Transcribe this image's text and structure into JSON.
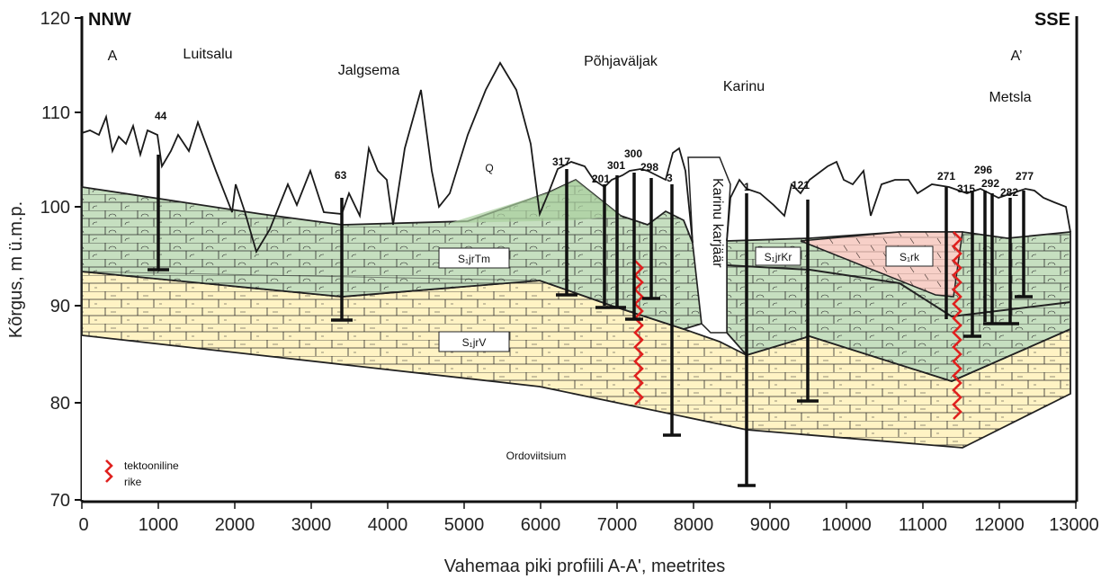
{
  "axes": {
    "ylabel": "Kõrgus, m ü.m.p.",
    "xlabel": "Vahemaa piki profiili A-A', meetrites",
    "yticks": [
      "120",
      "110",
      "100",
      "90",
      "80",
      "70"
    ],
    "xticks": [
      "0",
      "1000",
      "2000",
      "3000",
      "4000",
      "5000",
      "6000",
      "7000",
      "8000",
      "9000",
      "10000",
      "11000",
      "12000",
      "13000"
    ],
    "xlim": [
      0,
      13000
    ],
    "ylim": [
      70,
      120
    ]
  },
  "directions": {
    "left": "NNW",
    "right": "SSE"
  },
  "profile_ends": {
    "start": "A",
    "end": "A’"
  },
  "places": {
    "luitsalu": "Luitsalu",
    "jalgsema": "Jalgsema",
    "pohjavaljak": "Põhjaväljak",
    "karinu": "Karinu",
    "metsla": "Metsla",
    "quarry": "Karinu karjäär"
  },
  "units": {
    "q": "Q",
    "jrtm": "S₁jrTm",
    "jrkr": "S₁jrKr",
    "rk": "S₁rk",
    "jrv": "S₁jrV",
    "ordoviitsium": "Ordoviitsium"
  },
  "boreholes": {
    "b44": "44",
    "b63": "63",
    "b317": "317",
    "b201": "201",
    "b301": "301",
    "b300": "300",
    "b298": "298",
    "b3": "3",
    "b1": "1",
    "b121": "121",
    "b271": "271",
    "b315": "315",
    "b296": "296",
    "b292": "292",
    "b282": "282",
    "b277": "277"
  },
  "legend": {
    "fault_line1": "tektooniline",
    "fault_line2": "rike"
  },
  "colors": {
    "green": "#c6dfc0",
    "green_dark": "#a9cf9e",
    "yellow": "#fff3c4",
    "pink": "#f7d0c8",
    "fault": "#e0201e"
  }
}
